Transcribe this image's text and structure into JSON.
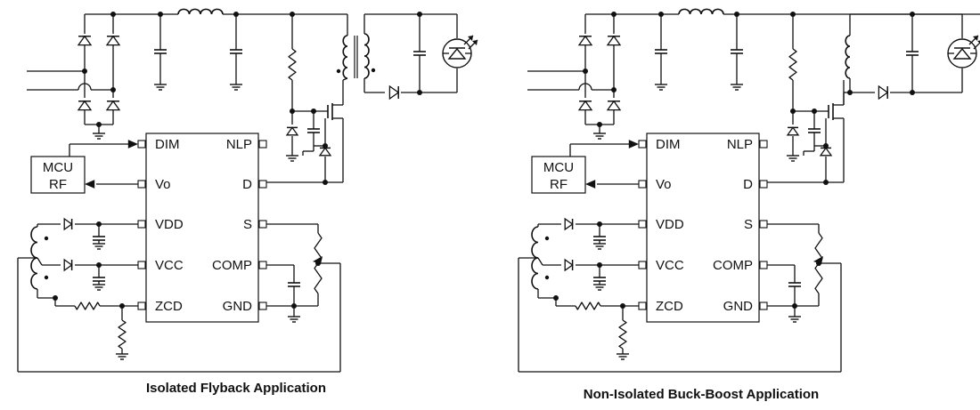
{
  "diagrams": [
    {
      "caption": "Isolated Flyback Application",
      "mcu_lines": [
        "MCU",
        "RF"
      ],
      "pins_left": [
        "DIM",
        "Vo",
        "VDD",
        "VCC",
        "ZCD"
      ],
      "pins_right": [
        "NLP",
        "D",
        "S",
        "COMP",
        "GND"
      ]
    },
    {
      "caption": "Non-Isolated Buck-Boost Application",
      "mcu_lines": [
        "MCU",
        "RF"
      ],
      "pins_left": [
        "DIM",
        "Vo",
        "VDD",
        "VCC",
        "ZCD"
      ],
      "pins_right": [
        "NLP",
        "D",
        "S",
        "COMP",
        "GND"
      ]
    }
  ],
  "colors": {
    "line": "#111111",
    "background": "#ffffff"
  }
}
